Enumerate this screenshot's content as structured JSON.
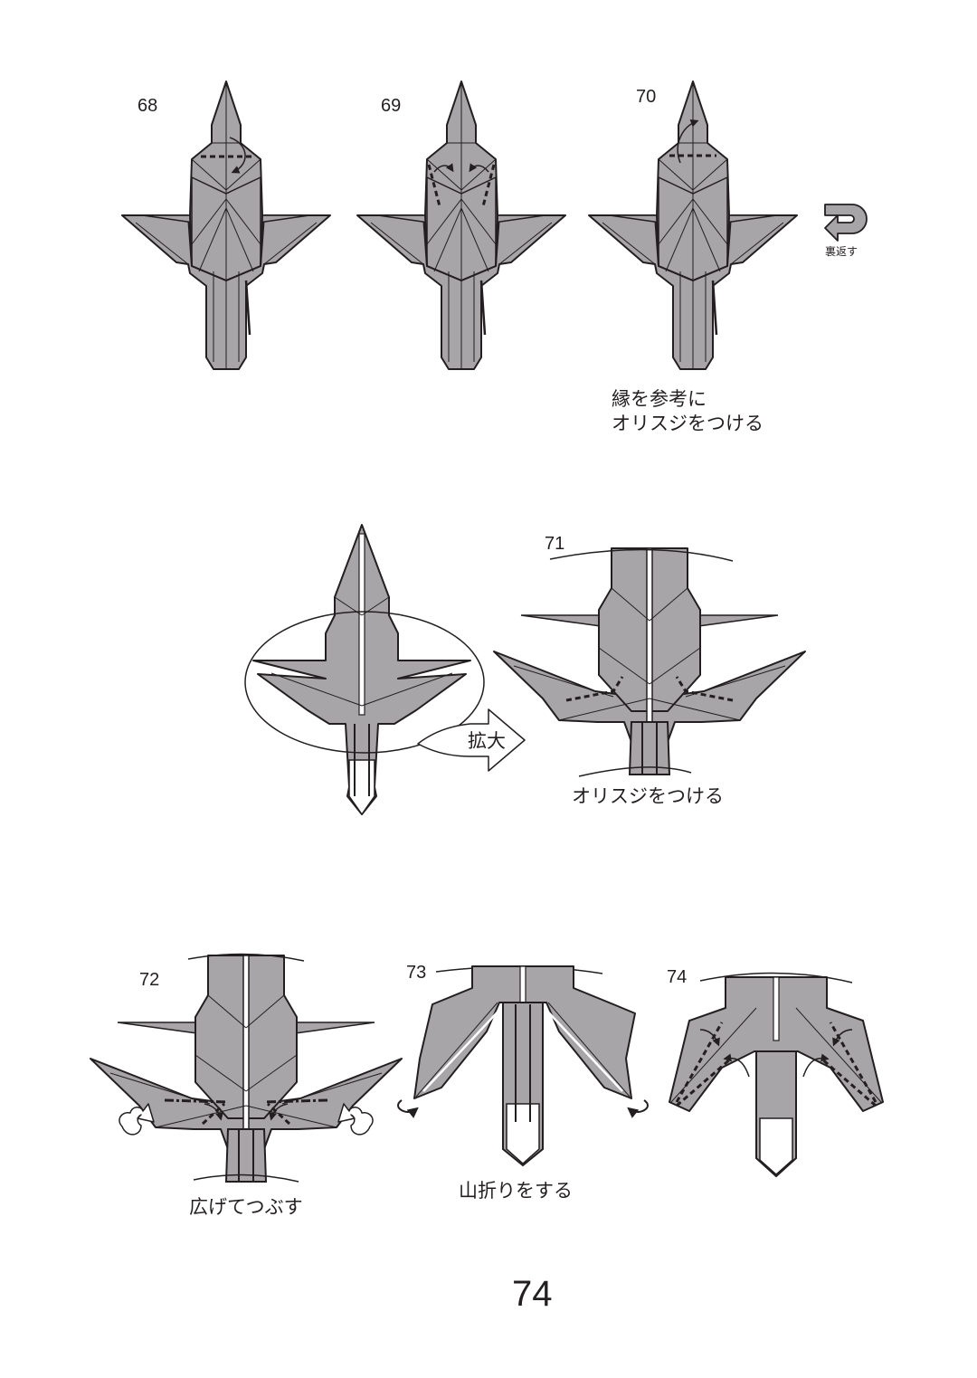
{
  "steps": [
    {
      "number": "68"
    },
    {
      "number": "69"
    },
    {
      "number": "70",
      "caption_line1": "縁を参考に",
      "caption_line2": "オリスジをつける"
    },
    {
      "number": "71",
      "caption": "オリスジをつける"
    },
    {
      "number": "72",
      "caption": "広げてつぶす"
    },
    {
      "number": "73",
      "caption": "山折りをする"
    },
    {
      "number": "74"
    }
  ],
  "symbols": {
    "turn_over": "裏返す",
    "enlarge": "拡大"
  },
  "page_number": "74",
  "colors": {
    "paper": "#a7a5a8",
    "line": "#231f20",
    "background": "#ffffff"
  }
}
